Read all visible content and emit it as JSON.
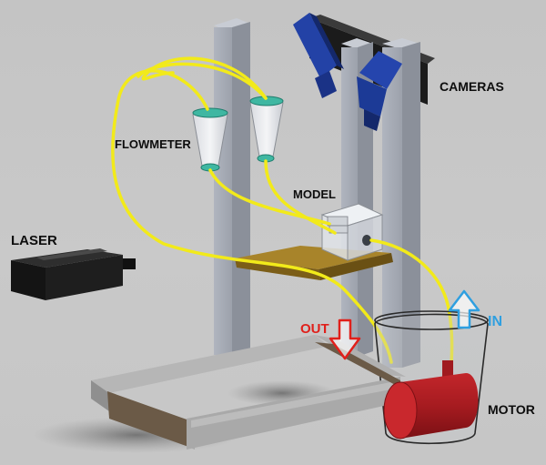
{
  "labels": {
    "cameras": "CAMERAS",
    "flowmeter": "FLOWMETER",
    "model": "MODEL",
    "laser": "LASER",
    "out": "OUT",
    "in": "IN",
    "motor": "MOTOR"
  },
  "colors": {
    "background": "#c6c6c6",
    "tubing": "#f2ea1a",
    "camera": "#1f3f9c",
    "camera_bar": "#1b1b1b",
    "out_arrow": "#e0201b",
    "in_arrow": "#2f9fe0",
    "motor": "#b01e22",
    "shelf": "#8a6c1f",
    "frame": "#9f9f9f",
    "column": "#9da2ad",
    "laser": "#1c1c1c",
    "label_text": "#0d0d0d"
  }
}
